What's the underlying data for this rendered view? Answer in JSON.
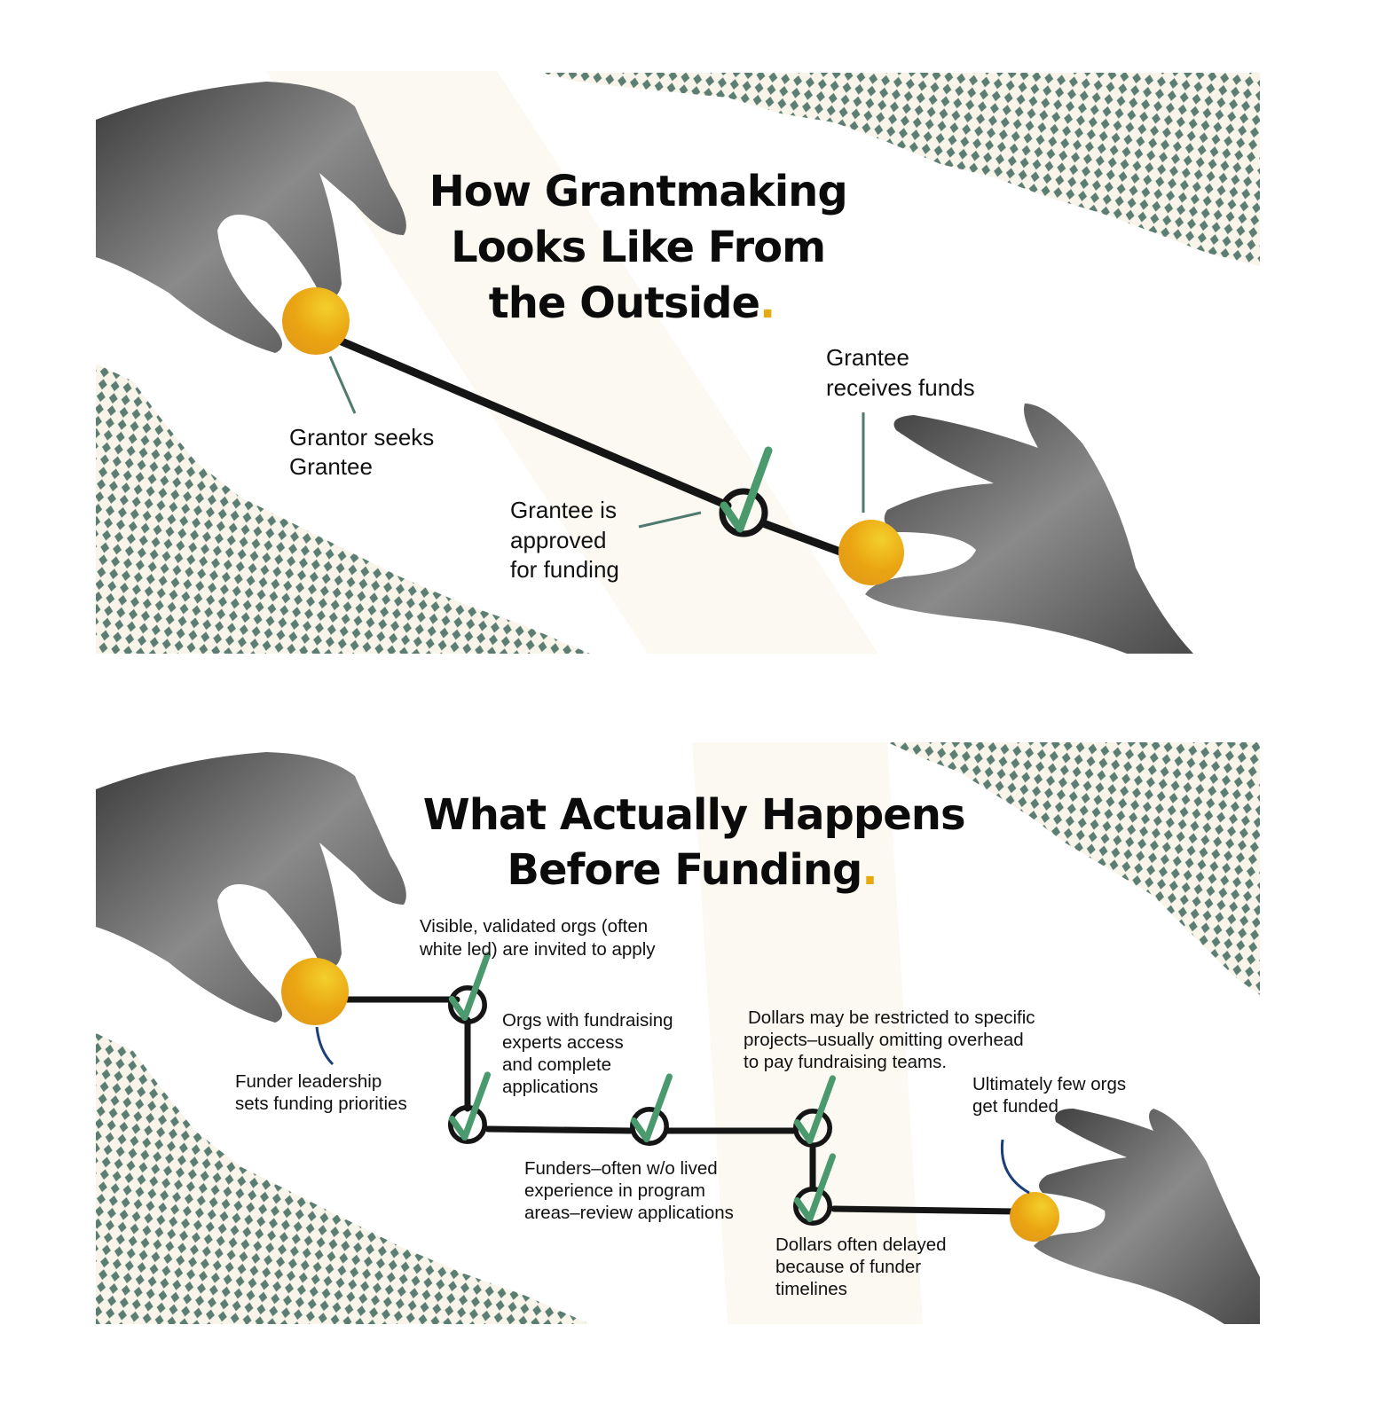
{
  "colors": {
    "accent_orange": "#e8a613",
    "check_green": "#4a9a6e",
    "pattern_green": "#5b7d72",
    "cream": "#f8f4ea",
    "line_black": "#151515"
  },
  "panel_outside": {
    "title_lines": [
      "How Grantmaking",
      "Looks Like From",
      "the Outside"
    ],
    "title_period": ".",
    "labels": {
      "grantor_seeks": [
        "Grantor seeks",
        "Grantee"
      ],
      "grantee_approved": [
        "Grantee is",
        "approved",
        "for funding"
      ],
      "grantee_receives": [
        "Grantee",
        "receives funds"
      ]
    }
  },
  "panel_actual": {
    "title_lines": [
      "What Actually Happens",
      "Before Funding"
    ],
    "title_period": ".",
    "labels": {
      "funder_leadership": [
        "Funder leadership",
        "sets funding priorities"
      ],
      "visible_orgs": [
        "Visible, validated orgs (often",
        "white led) are invited to apply"
      ],
      "fundraising_experts": [
        "Orgs with fundraising",
        "experts access",
        "and complete",
        "applications"
      ],
      "funders_review": [
        "Funders–often w/o lived",
        "experience in program",
        "areas–review applications"
      ],
      "dollars_restricted": [
        "Dollars may be restricted to specific",
        "projects–usually omitting overhead",
        "to pay fundraising teams."
      ],
      "dollars_delayed": [
        "Dollars often delayed",
        "because of funder",
        "timelines"
      ],
      "few_funded": [
        "Ultimately few orgs",
        "get funded"
      ]
    }
  }
}
